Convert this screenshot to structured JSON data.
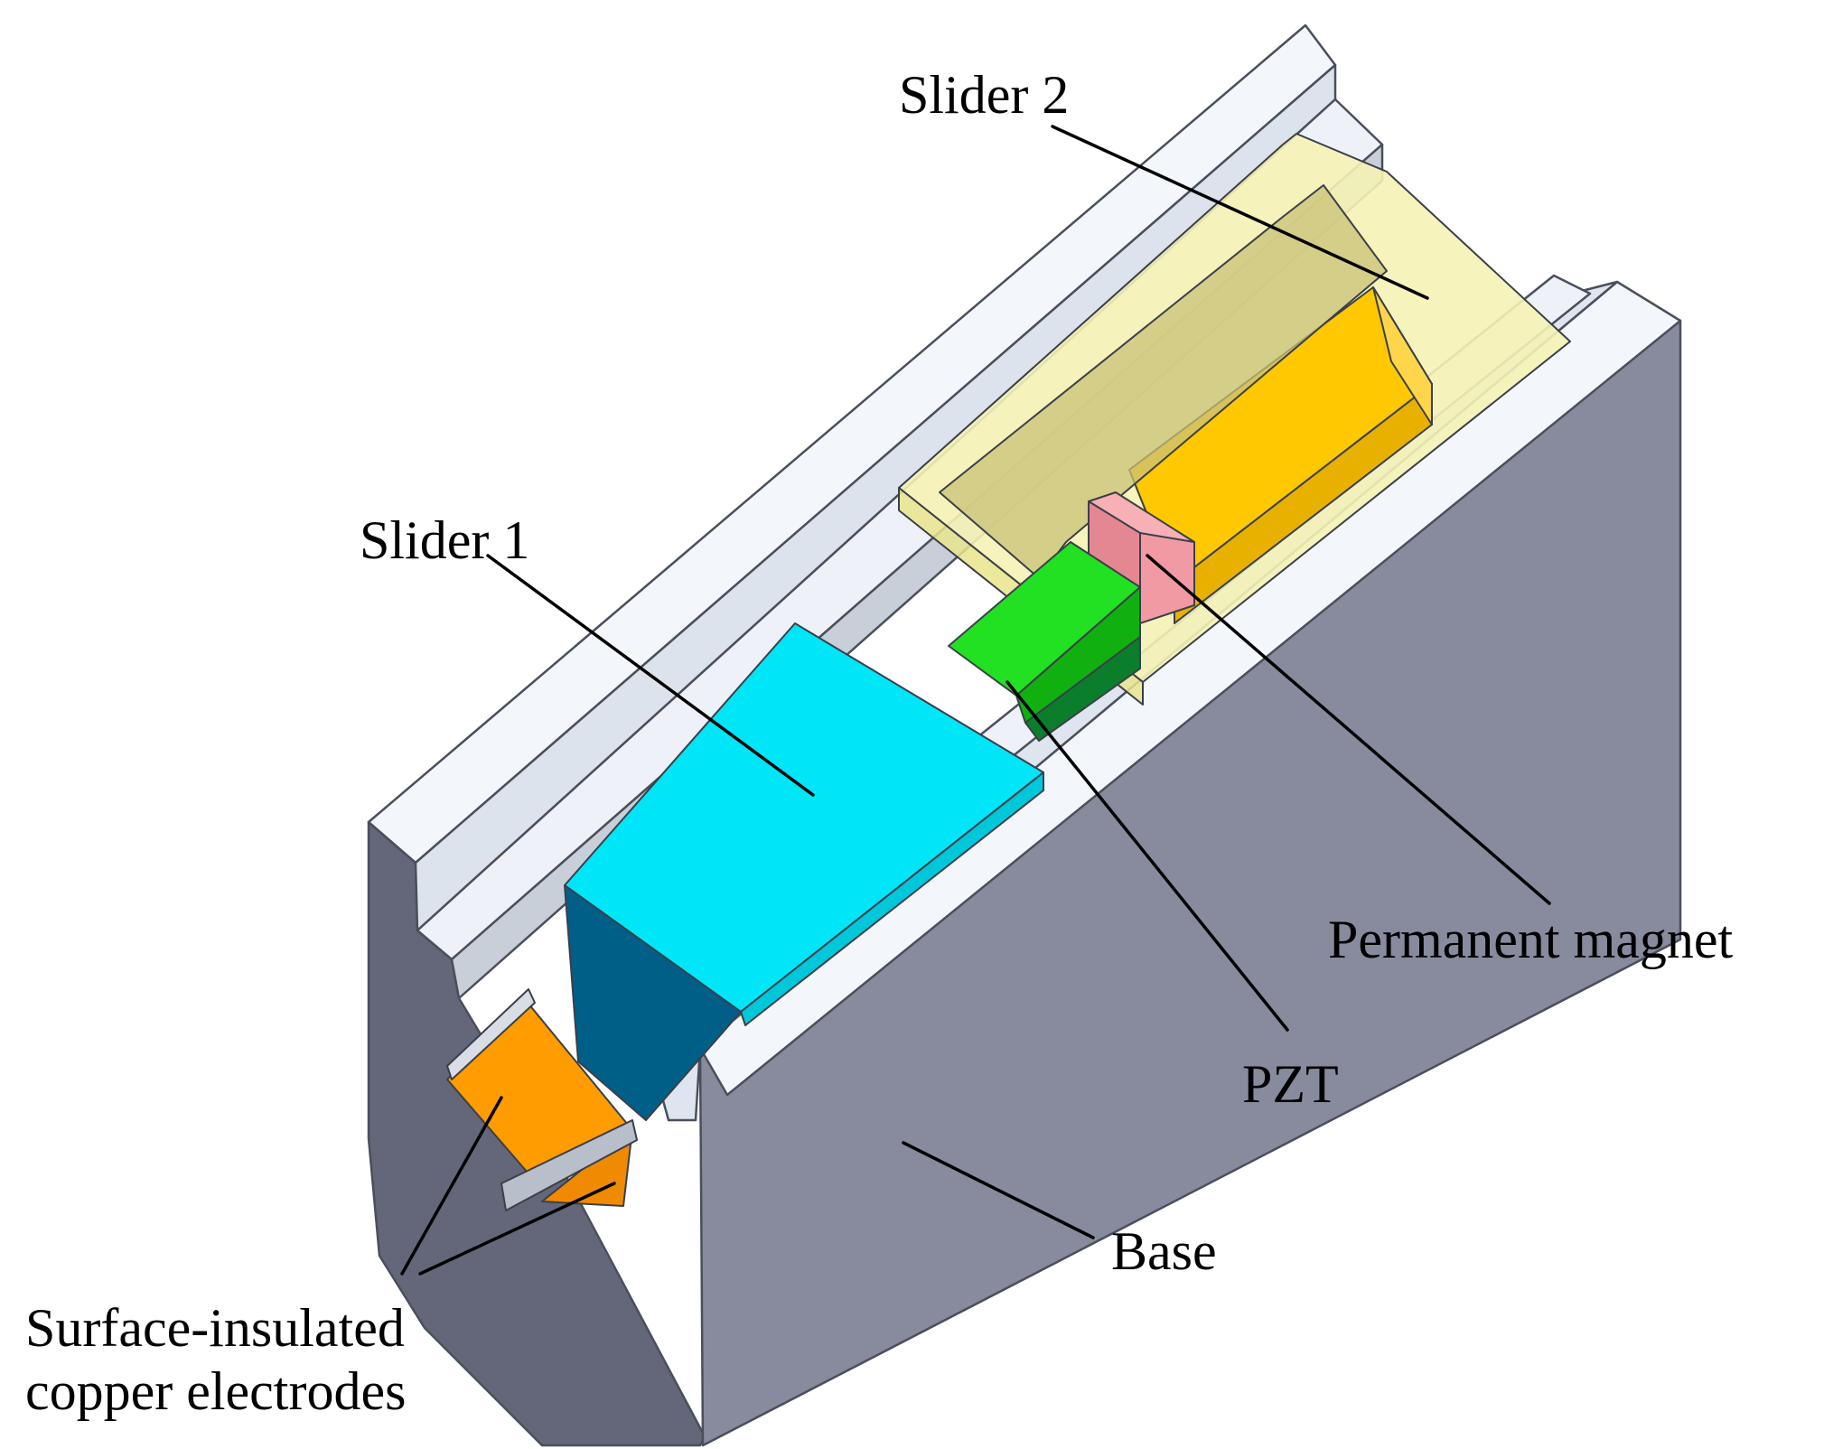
{
  "labels": {
    "slider2": "Slider 2",
    "slider1": "Slider 1",
    "permanent_magnet": "Permanent magnet",
    "pzt": "PZT",
    "base": "Base",
    "electrodes_line1": "Surface-insulated",
    "electrodes_line2": "copper electrodes"
  },
  "colors": {
    "base_top": "#eef3f9",
    "base_front": "#868a9c",
    "base_left": "#626678",
    "slider1_top": "#00e5f8",
    "slider1_front": "#005f86",
    "slider2_glass": "#f3f0a0",
    "slider2_core": "#ffc400",
    "pzt": "#16d416",
    "magnet": "#f4a0a8",
    "copper": "#ff9a00"
  }
}
